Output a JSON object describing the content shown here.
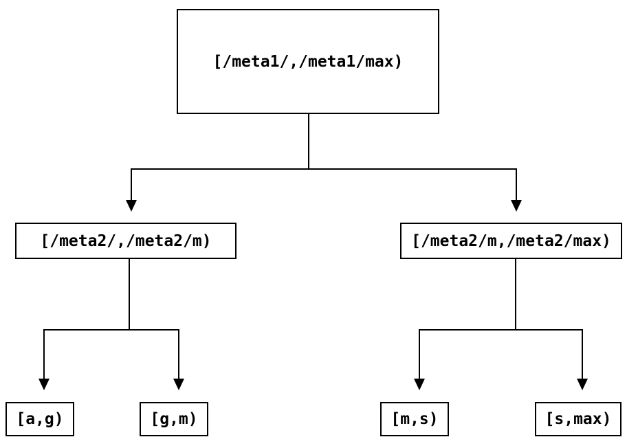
{
  "diagram": {
    "type": "tree",
    "colors": {
      "line": "#000000",
      "text": "#000000",
      "background": "#ffffff"
    },
    "nodes": {
      "meta1": {
        "label": "[/meta1/,/meta1/max)"
      },
      "meta2_low": {
        "label": "[/meta2/,/meta2/m)"
      },
      "meta2_high": {
        "label": "[/meta2/m,/meta2/max)"
      },
      "range_a_g": {
        "label": "[a,g)"
      },
      "range_g_m": {
        "label": "[g,m)"
      },
      "range_m_s": {
        "label": "[m,s)"
      },
      "range_s_max": {
        "label": "[s,max)"
      }
    },
    "edges": [
      {
        "from": "meta1",
        "to": "meta2_low"
      },
      {
        "from": "meta1",
        "to": "meta2_high"
      },
      {
        "from": "meta2_low",
        "to": "range_a_g"
      },
      {
        "from": "meta2_low",
        "to": "range_g_m"
      },
      {
        "from": "meta2_high",
        "to": "range_m_s"
      },
      {
        "from": "meta2_high",
        "to": "range_s_max"
      }
    ]
  }
}
